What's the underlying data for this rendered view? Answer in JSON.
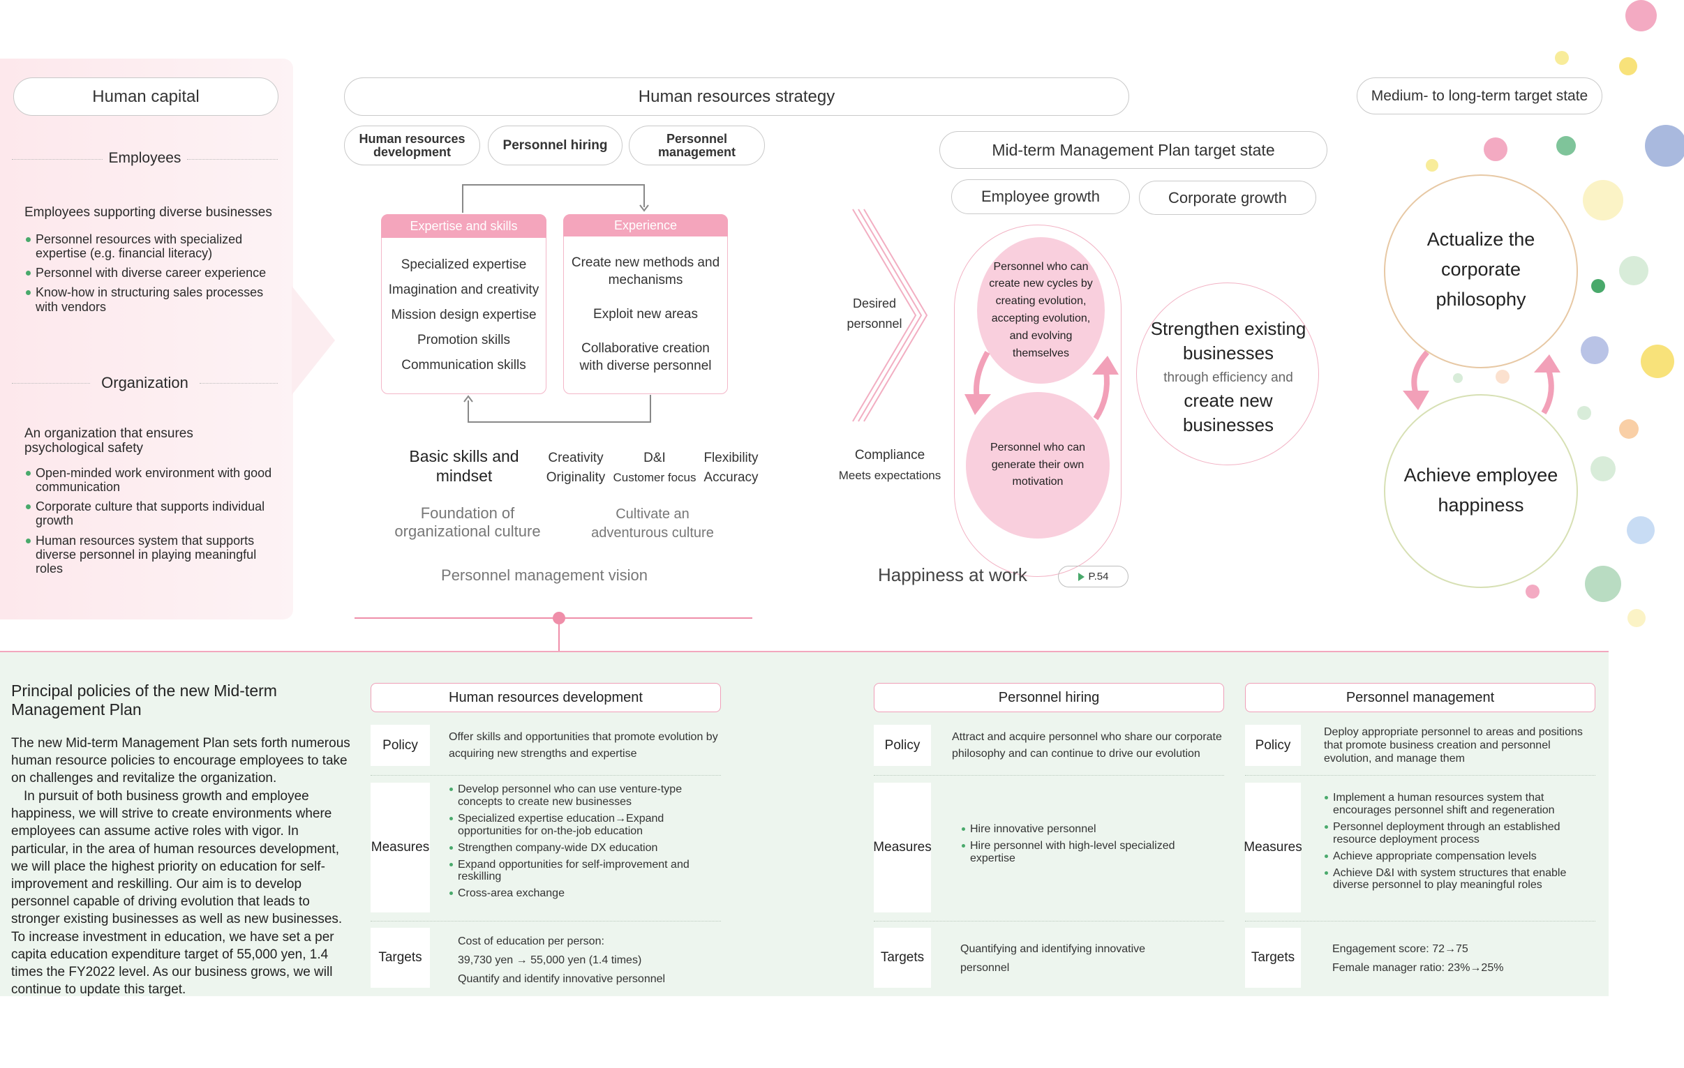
{
  "human_capital": {
    "title": "Human capital",
    "employees": {
      "heading": "Employees",
      "subheading": "Employees supporting diverse businesses",
      "items": [
        "Personnel resources with specialized expertise (e.g. financial literacy)",
        "Personnel with diverse career experience",
        "Know-how in structuring sales processes with vendors"
      ]
    },
    "organization": {
      "heading": "Organization",
      "subheading": "An organization that ensures psychological safety",
      "items": [
        "Open-minded work environment with good communication",
        "Corporate culture that supports individual growth",
        "Human resources system that supports diverse personnel in playing meaningful roles"
      ]
    }
  },
  "strategy": {
    "title": "Human resources strategy",
    "tabs": [
      "Human resources development",
      "Personnel hiring",
      "Personnel management"
    ],
    "expertise": {
      "title": "Expertise and skills",
      "items": [
        "Specialized expertise",
        "Imagination and creativity",
        "Mission design expertise",
        "Promotion skills",
        "Communication skills"
      ]
    },
    "experience": {
      "title": "Experience",
      "items": [
        "Create new methods and mechanisms",
        "Exploit new areas",
        "Collaborative creation with diverse personnel"
      ]
    },
    "basic_skills": "Basic skills and mindset",
    "values": [
      [
        "Creativity",
        "Originality"
      ],
      [
        "D&I",
        "Customer focus"
      ],
      [
        "Flexibility",
        "Accuracy"
      ]
    ],
    "foundation": "Foundation of organizational culture",
    "adventurous": "Cultivate an adventurous culture",
    "vision": "Personnel management vision"
  },
  "midterm": {
    "title": "Mid-term Management Plan target state",
    "employee_growth": "Employee growth",
    "corporate_growth": "Corporate growth",
    "desired": "Desired personnel",
    "compliance": "Compliance",
    "meets": "Meets expectations",
    "cycle_top": "Personnel who can create new cycles by creating evolution, accepting evolution, and evolving themselves",
    "cycle_bottom": "Personnel who can generate their own motivation",
    "strengthen": "Strengthen existing businesses",
    "through": "through efficiency and",
    "create": "create new businesses",
    "happiness": "Happiness at work",
    "page_ref": "P.54"
  },
  "long_term": {
    "title": "Medium- to long-term target state",
    "circle_top": "Actualize the corporate philosophy",
    "circle_bottom": "Achieve employee happiness"
  },
  "policies": {
    "title": "Principal policies of the new Mid-term Management Plan",
    "paragraph1": "The new Mid-term Management Plan sets forth numerous human resource policies to encourage employees to take on challenges and revitalize the organization.",
    "paragraph2": "In pursuit of both business growth and employee happiness, we will strive to create environments where employees can assume active roles with vigor. In particular, in the area of human resources development, we will place the highest priority on education for self-improvement and reskilling. Our aim is to develop personnel capable of driving evolution that leads to stronger existing businesses as well as new businesses. To increase investment in education, we have set a per capita education expenditure target of 55,000 yen, 1.4 times the FY2022 level. As our business grows, we will continue to update this target.",
    "labels": {
      "policy": "Policy",
      "measures": "Measures",
      "targets": "Targets"
    },
    "hrd": {
      "title": "Human resources development",
      "policy": "Offer skills and opportunities that promote evolution by acquiring new strengths and expertise",
      "measures": [
        "Develop personnel who can use venture-type concepts to create new businesses",
        "Specialized expertise education→Expand opportunities for on-the-job education",
        "Strengthen company-wide DX education",
        "Expand opportunities for self-improvement and reskilling",
        "Cross-area exchange"
      ],
      "targets": [
        "Cost of education per person:",
        "39,730 yen → 55,000 yen (1.4 times)",
        "Quantify and identify innovative personnel"
      ]
    },
    "hiring": {
      "title": "Personnel hiring",
      "policy": "Attract and acquire personnel who share our corporate philosophy and can continue to drive our evolution",
      "measures": [
        "Hire innovative personnel",
        "Hire personnel with high-level specialized expertise"
      ],
      "targets": [
        "Quantifying and identifying innovative personnel"
      ]
    },
    "management": {
      "title": "Personnel management",
      "policy": "Deploy appropriate personnel to areas and positions that promote business creation and personnel evolution, and manage them",
      "measures": [
        "Implement a human resources system that encourages personnel shift and regeneration",
        "Personnel deployment through an established resource deployment process",
        "Achieve appropriate compensation levels",
        "Achieve D&I with system structures that enable diverse personnel to play meaningful roles"
      ],
      "targets": [
        "Engagement score: 72→75",
        "Female manager ratio: 23%→25%"
      ]
    }
  }
}
